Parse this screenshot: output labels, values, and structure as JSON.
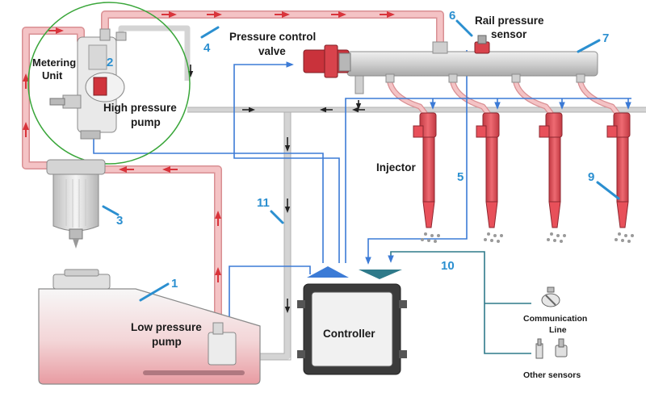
{
  "labels": {
    "metering_unit_line1": "Metering",
    "metering_unit_line2": "Unit",
    "high_pressure_pump_line1": "High pressure",
    "high_pressure_pump_line2": "pump",
    "pressure_control_valve_line1": "Pressure control",
    "pressure_control_valve_line2": "valve",
    "rail_pressure_sensor_line1": "Rail pressure",
    "rail_pressure_sensor_line2": "sensor",
    "injector": "Injector",
    "low_pressure_pump_line1": "Low pressure",
    "low_pressure_pump_line2": "pump",
    "controller": "Controller",
    "communication_line_line1": "Communication",
    "communication_line_line2": "Line",
    "other_sensors": "Other sensors"
  },
  "callouts": {
    "n1": "1",
    "n2": "2",
    "n3": "3",
    "n4": "4",
    "n5": "5",
    "n6": "6",
    "n7": "7",
    "n9": "9",
    "n10": "10",
    "n11": "11"
  },
  "colors": {
    "high_pressure_line": "#f2b9bb",
    "high_pressure_outline": "#d98f93",
    "flow_arrow": "#d9343b",
    "return_line": "#d9d9d9",
    "return_arrow": "#222222",
    "signal_line": "#3c7bd6",
    "callout": "#2b8fd0",
    "injector": "#e8505a",
    "rail": "#d6d6d6",
    "circle_highlight": "#3aa63a",
    "controller_body": "#3c3c3c"
  }
}
